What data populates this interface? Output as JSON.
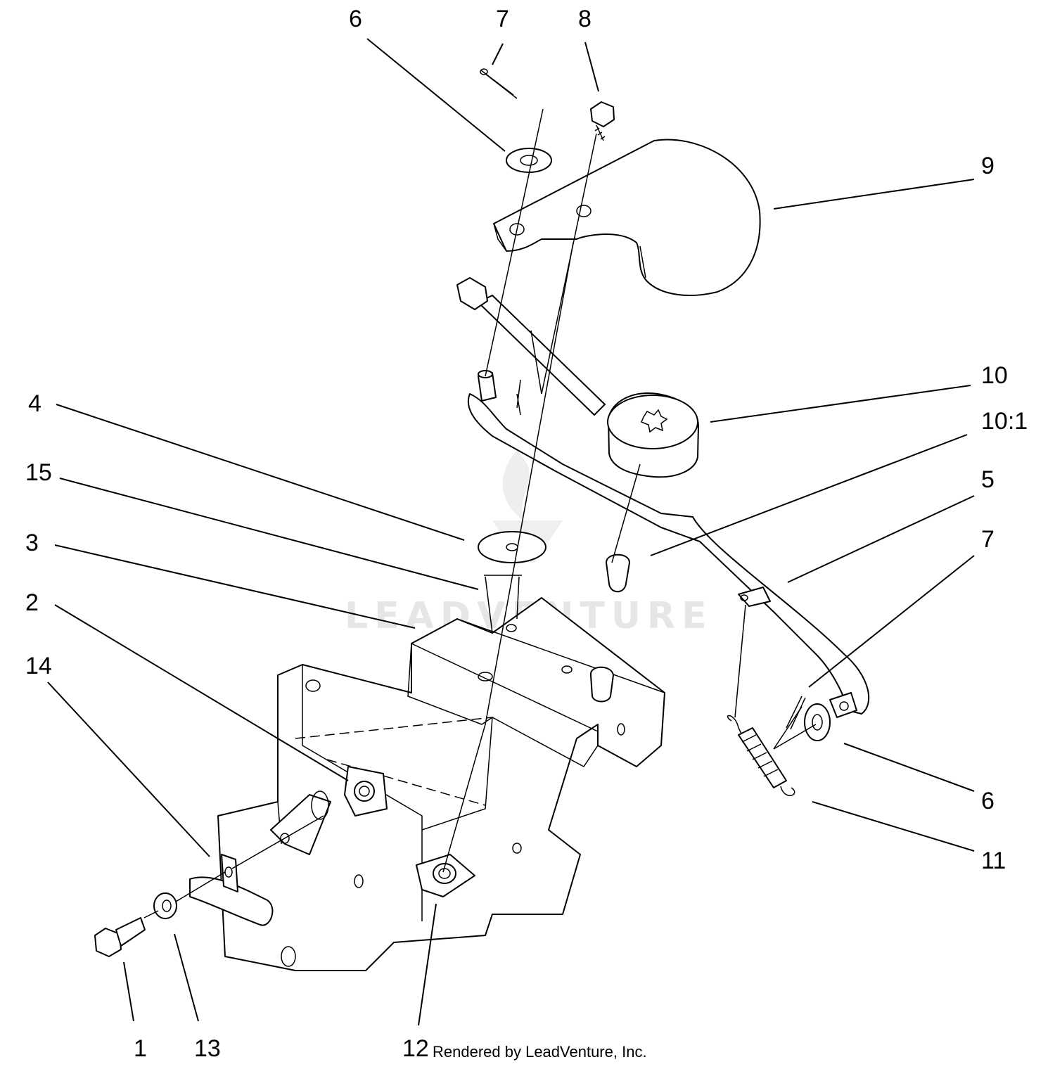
{
  "callouts": [
    {
      "id": "c6a",
      "text": "6"
    },
    {
      "id": "c7a",
      "text": "7"
    },
    {
      "id": "c8",
      "text": "8"
    },
    {
      "id": "c9",
      "text": "9"
    },
    {
      "id": "c10",
      "text": "10"
    },
    {
      "id": "c10_1",
      "text": "10:1"
    },
    {
      "id": "c4",
      "text": "4"
    },
    {
      "id": "c15",
      "text": "15"
    },
    {
      "id": "c5",
      "text": "5"
    },
    {
      "id": "c3",
      "text": "3"
    },
    {
      "id": "c7b",
      "text": "7"
    },
    {
      "id": "c2",
      "text": "2"
    },
    {
      "id": "c14",
      "text": "14"
    },
    {
      "id": "c6b",
      "text": "6"
    },
    {
      "id": "c11",
      "text": "11"
    },
    {
      "id": "c1",
      "text": "1"
    },
    {
      "id": "c13",
      "text": "13"
    },
    {
      "id": "c12",
      "text": "12"
    }
  ],
  "credit": "Rendered by LeadVenture, Inc.",
  "watermark": "LEADVENTURE"
}
